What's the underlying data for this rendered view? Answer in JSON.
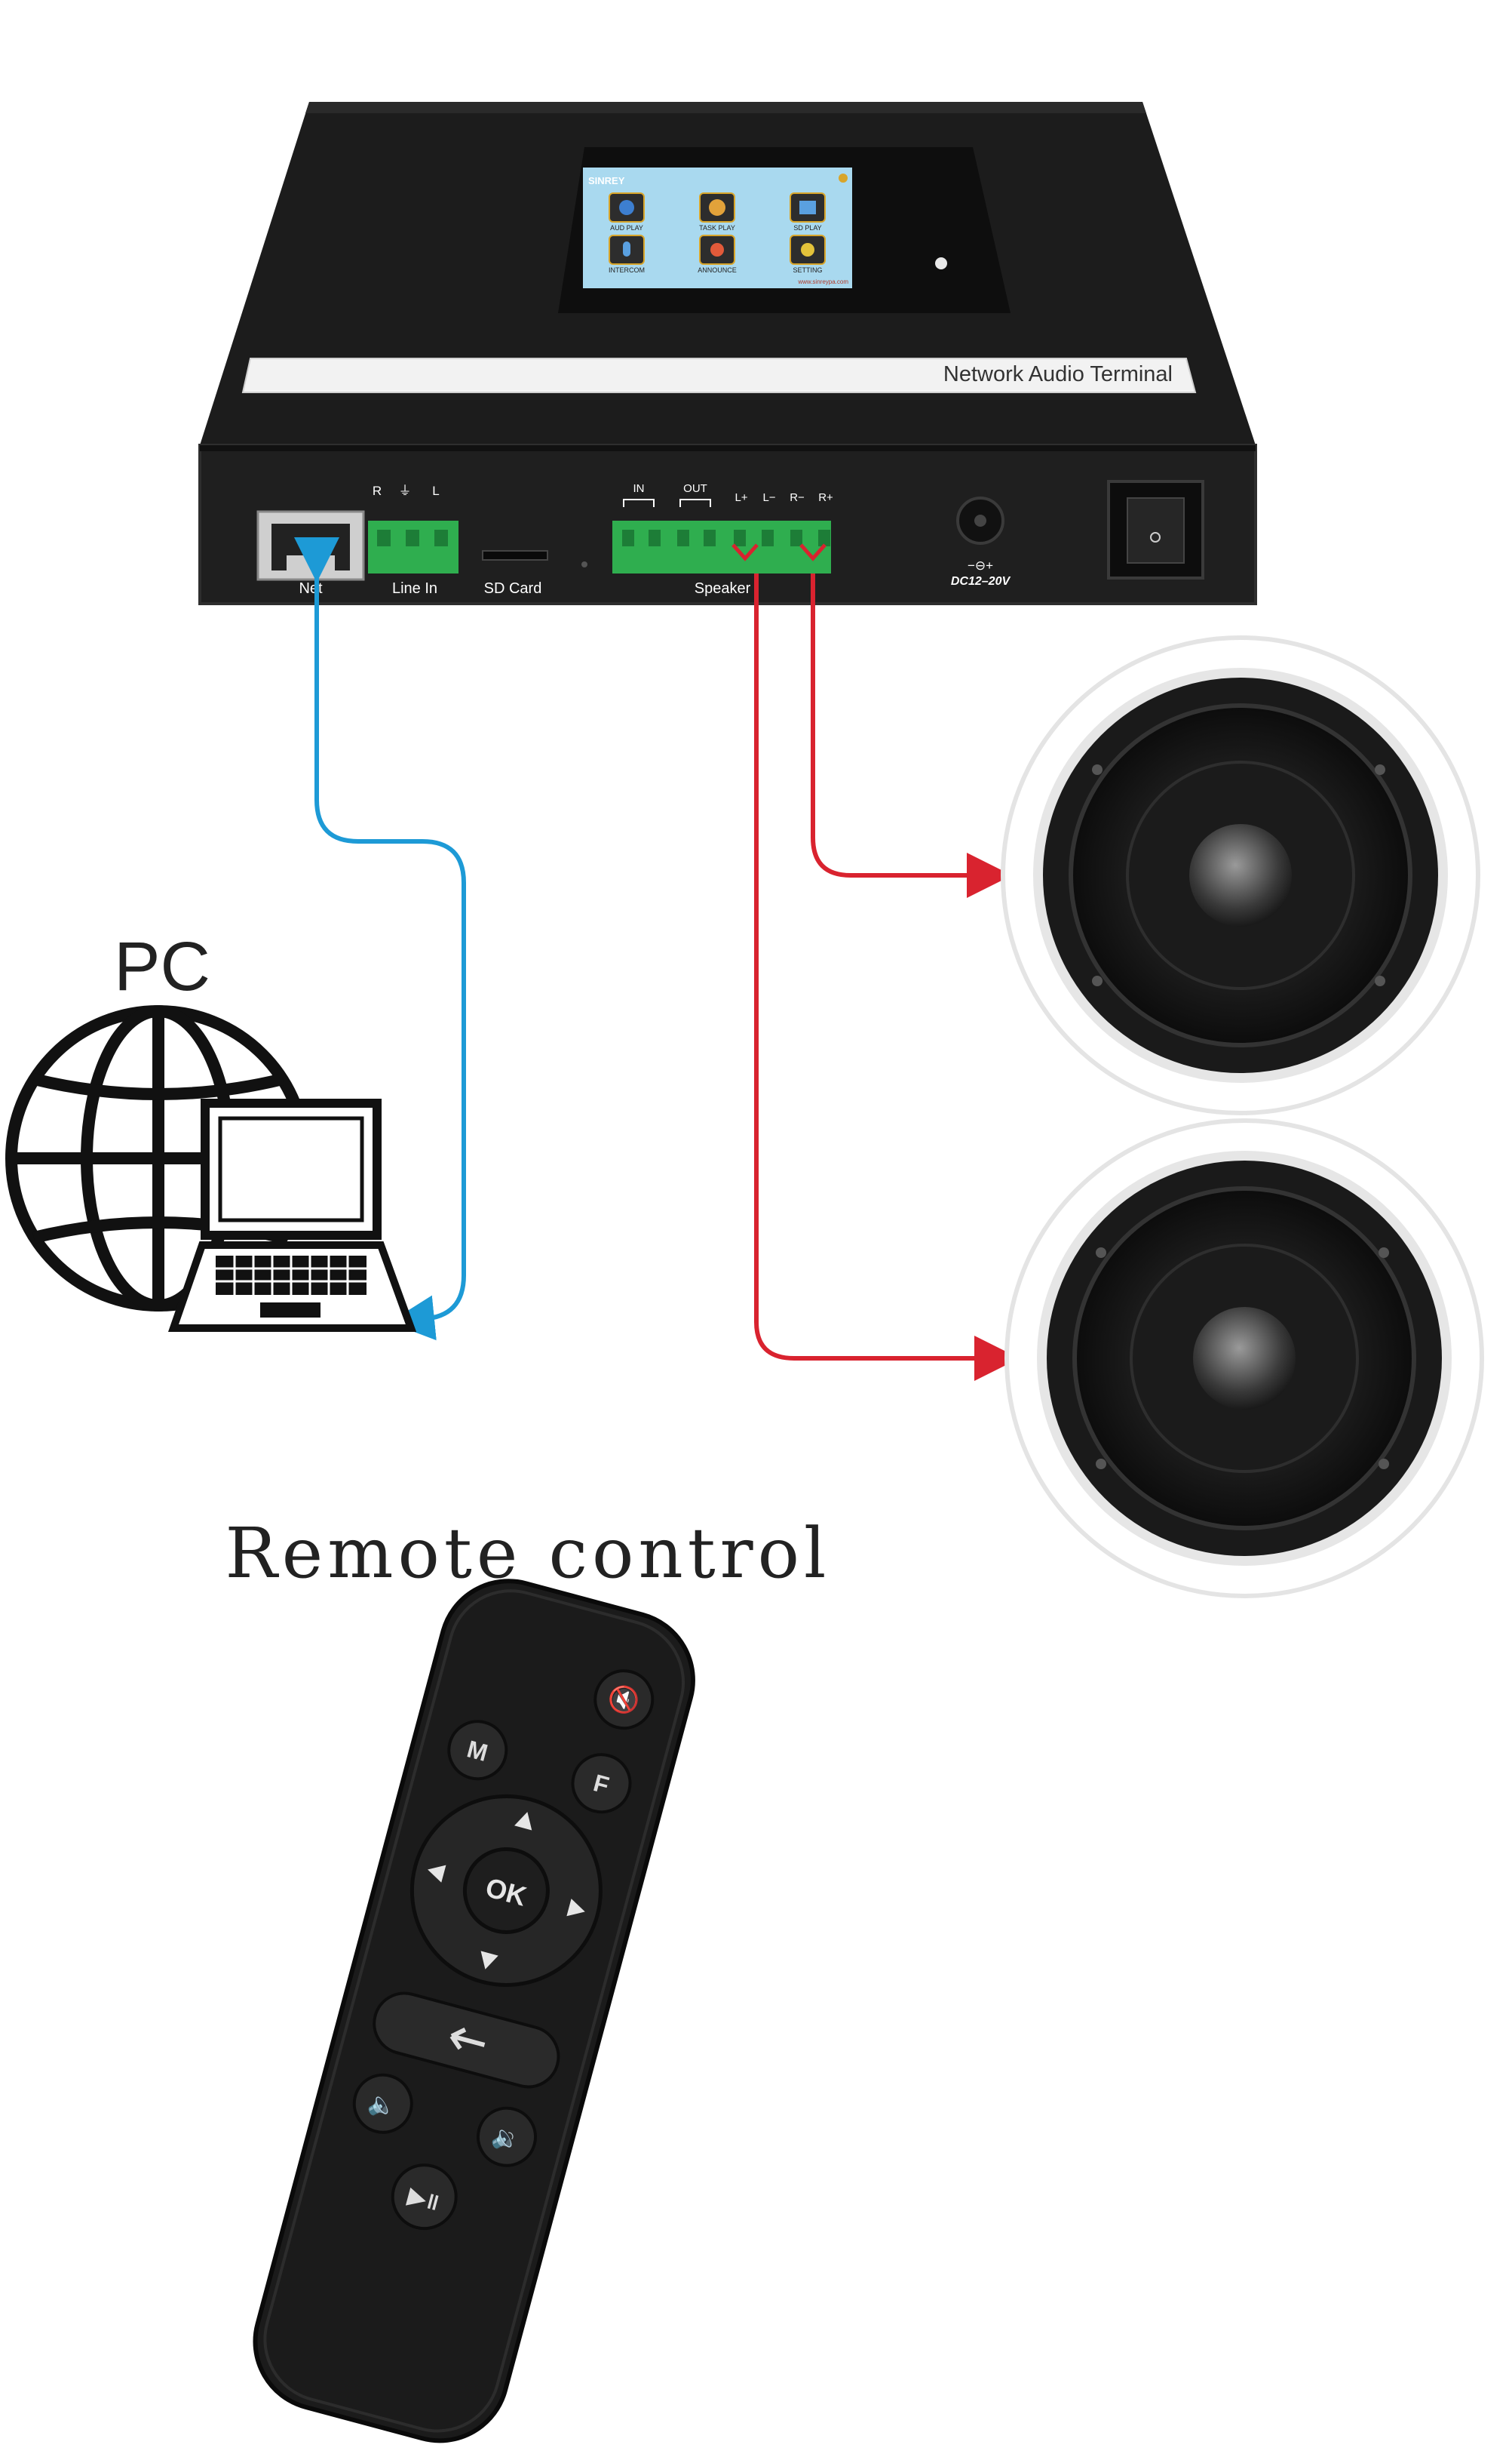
{
  "device": {
    "label": "Network Audio Terminal",
    "screen": {
      "brand": "SINREY",
      "tiles": [
        "AUD PLAY",
        "TASK PLAY",
        "SD PLAY",
        "INTERCOM",
        "ANNOUNCE",
        "SETTING"
      ],
      "footer": "www.sinreypa.com"
    },
    "ports": {
      "net": "Net",
      "line_in": "Line In",
      "line_in_pins": [
        "R",
        "⏚",
        "L"
      ],
      "sd_card": "SD Card",
      "in": "IN",
      "out": "OUT",
      "speaker": "Speaker",
      "speaker_pins": [
        "L+",
        "L−",
        "R−",
        "R+"
      ],
      "dc": "DC12–20V",
      "dc_polarity": "−⊖+"
    }
  },
  "pc": {
    "label": "PC"
  },
  "remote": {
    "label": "Remote control",
    "buttons": {
      "m": "M",
      "f": "F",
      "ok": "OK"
    }
  },
  "colors": {
    "network_cable": "#1d9ad6",
    "speaker_cable": "#d9232f",
    "terminal_green": "#2fae4f",
    "device_body": "#1f1f1f"
  }
}
